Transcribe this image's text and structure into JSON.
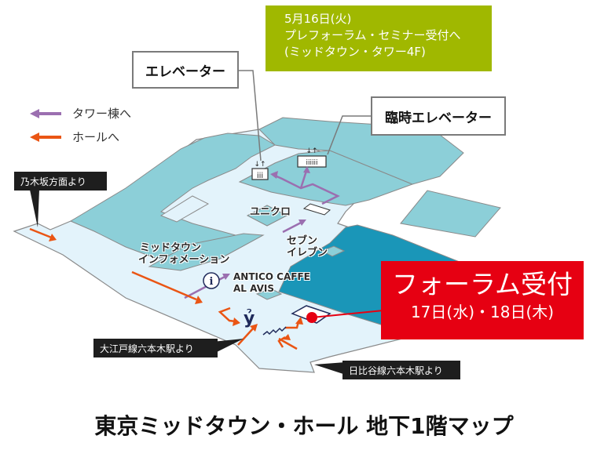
{
  "announcement": {
    "line1": "5月16日(火)",
    "line2": "プレフォーラム・セミナー受付へ",
    "line3": "(ミッドタウン・タワー4F)",
    "color": "#a0b800"
  },
  "callouts": {
    "elevator": "エレベーター",
    "temporary_elevator": "臨時エレベーター"
  },
  "legend": {
    "items": [
      {
        "label": "タワー棟へ",
        "color": "#9b6fb0"
      },
      {
        "label": "ホールへ",
        "color": "#ea5514"
      }
    ]
  },
  "entrances": {
    "nogizaka": "乃木坂方面より",
    "oedo": "大江戸線六本木駅より",
    "hibiya": "日比谷線六本木駅より"
  },
  "places": {
    "uniqlo": "ユニクロ",
    "seven_eleven_1": "セブン",
    "seven_eleven_2": "イレブン",
    "info_1": "ミッドタウン",
    "info_2": "インフォメーション",
    "cafe_1": "ANTICO CAFFE",
    "cafe_2": "AL AVIS",
    "info_icon": "i"
  },
  "forum": {
    "title": "フォーラム受付",
    "dates": "17日(水)・18日(木)",
    "color": "#e60012"
  },
  "footer": {
    "title": "東京ミッドタウン・ホール 地下1階マップ"
  },
  "colors": {
    "walkway": "#e3f3fb",
    "building": "#8ccfd8",
    "hall": "#1a96b8",
    "outline": "#8a8a8a"
  }
}
